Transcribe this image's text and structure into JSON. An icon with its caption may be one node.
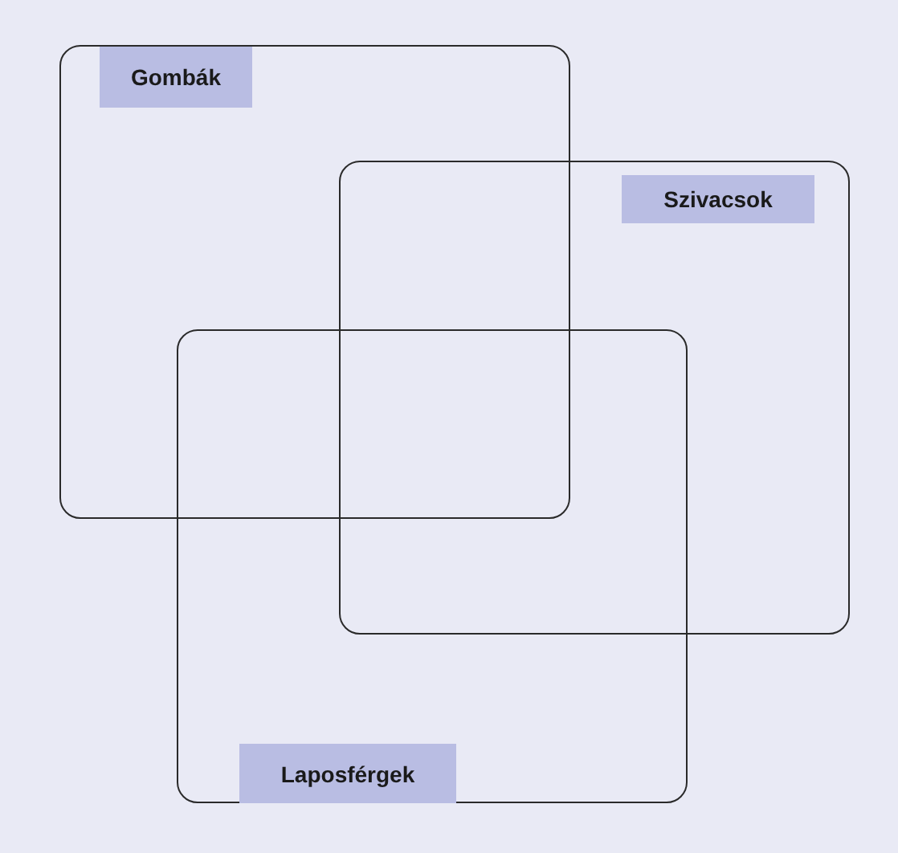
{
  "diagram": {
    "nodes": [
      {
        "text": [
          "Gombák"
        ]
      },
      {
        "text": [
          "Szivacsok"
        ]
      },
      {
        "text": [
          "Laposférgek"
        ]
      }
    ]
  }
}
